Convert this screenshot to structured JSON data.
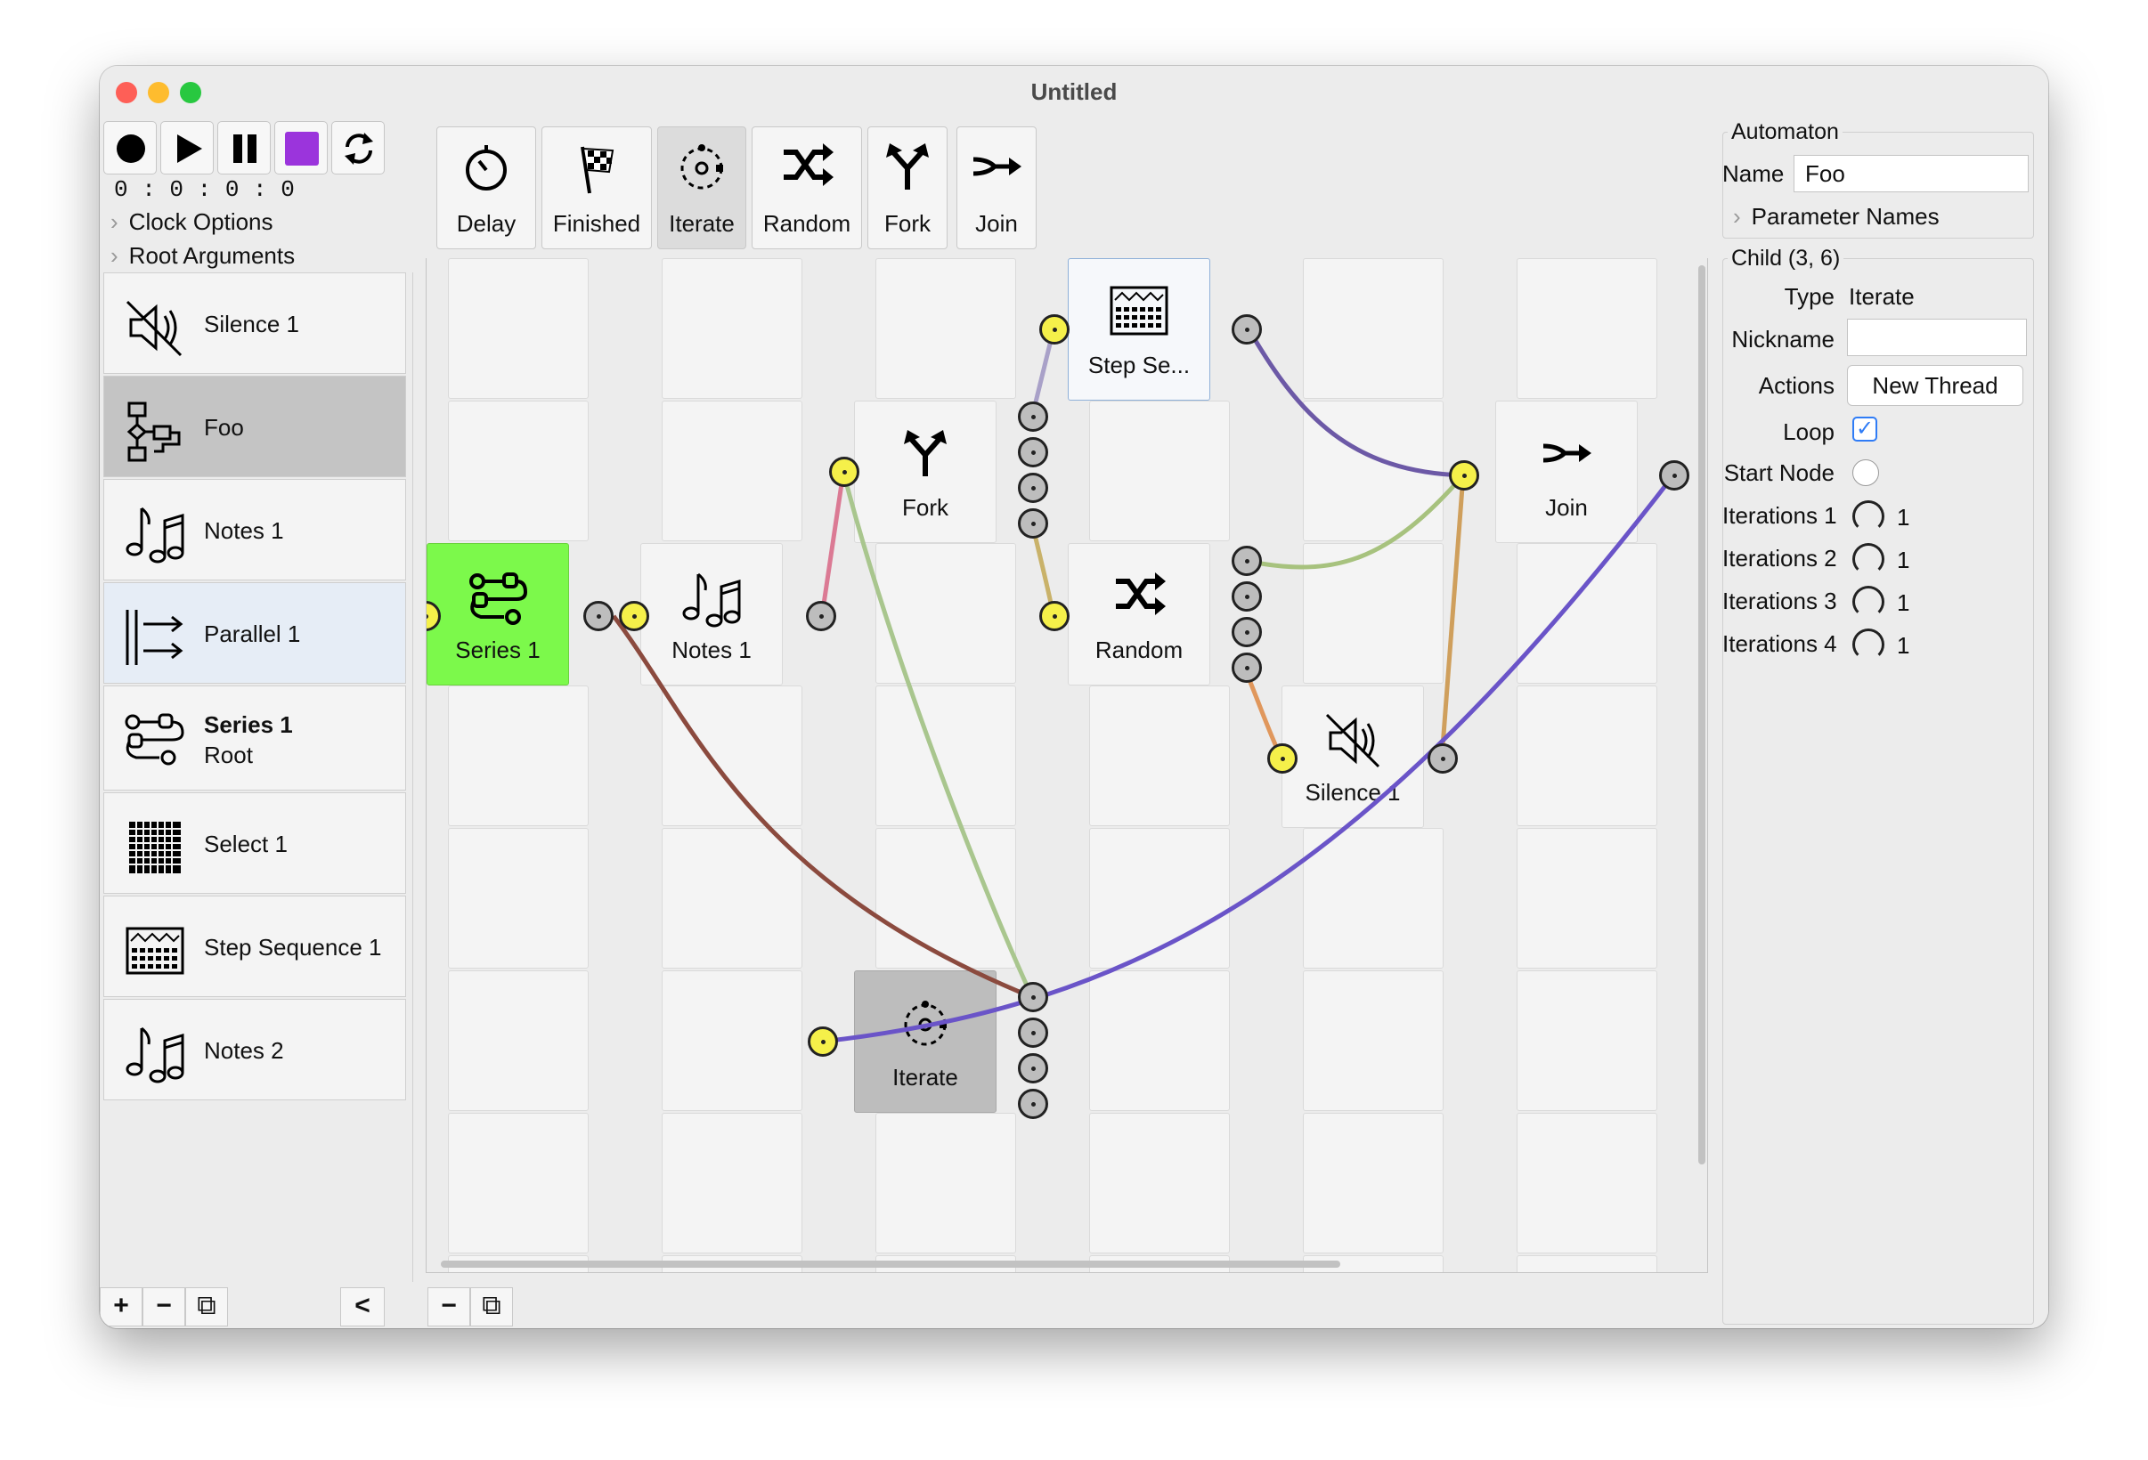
{
  "window": {
    "title": "Untitled"
  },
  "transport": {
    "clock": "0 : 0 : 0 : 0",
    "clock_options": "Clock Options",
    "root_arguments": "Root Arguments"
  },
  "toolbar": {
    "delay": "Delay",
    "finished": "Finished",
    "iterate": "Iterate",
    "random": "Random",
    "fork": "Fork",
    "join": "Join"
  },
  "library": [
    {
      "name": "Silence 1",
      "icon": "speaker-muted-icon"
    },
    {
      "name": "Foo",
      "icon": "flowchart-icon"
    },
    {
      "name": "Notes 1",
      "icon": "music-notes-icon"
    },
    {
      "name": "Parallel 1",
      "icon": "parallel-icon"
    },
    {
      "name": "Series 1",
      "sub": "Root",
      "icon": "series-icon"
    },
    {
      "name": "Select 1",
      "icon": "grid-icon"
    },
    {
      "name": "Step Sequence 1",
      "icon": "step-sequencer-icon"
    },
    {
      "name": "Notes 2",
      "icon": "music-notes-icon"
    }
  ],
  "canvas": {
    "nodes": {
      "series": "Series 1",
      "notes": "Notes 1",
      "fork": "Fork",
      "step": "Step Se...",
      "random": "Random",
      "join": "Join",
      "silence": "Silence 1",
      "iterate": "Iterate"
    },
    "colors": {
      "series_bg": "#7cf94b",
      "iterate_bg": "#bdbdbd",
      "port_yellow": "#f5f04a",
      "port_gray": "#bdbdbd"
    }
  },
  "inspector": {
    "automaton_legend": "Automaton",
    "name_label": "Name",
    "name_value": "Foo",
    "parameter_names": "Parameter Names",
    "child_legend": "Child (3, 6)",
    "type_label": "Type",
    "type_value": "Iterate",
    "nickname_label": "Nickname",
    "nickname_value": "",
    "actions_label": "Actions",
    "actions_value": "New Thread",
    "loop_label": "Loop",
    "loop_checked": true,
    "start_node_label": "Start Node",
    "iterations": [
      {
        "label": "Iterations 1",
        "value": "1"
      },
      {
        "label": "Iterations 2",
        "value": "1"
      },
      {
        "label": "Iterations 3",
        "value": "1"
      },
      {
        "label": "Iterations 4",
        "value": "1"
      }
    ]
  },
  "bottom": {
    "add": "+",
    "remove": "−",
    "duplicate": "⧉",
    "back": "<"
  }
}
